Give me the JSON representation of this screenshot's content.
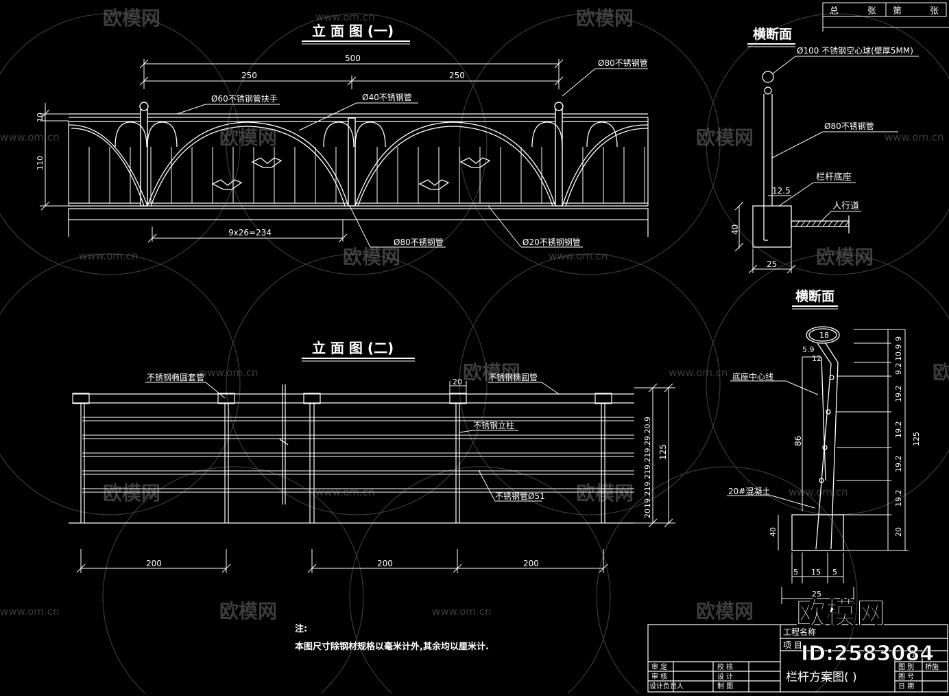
{
  "sheet": {
    "total_sheets_label": "总",
    "sheets_unit": "张",
    "sheet_no_label": "第",
    "sheet_no_unit": "张"
  },
  "elevation1": {
    "title": "立 面 图 (一)",
    "dims": {
      "total": "500",
      "left": "250",
      "right": "250",
      "top_h": "10",
      "body_h": "110",
      "spacing": "9x26=234"
    },
    "labels": {
      "handrail": "Ø60不锈钢管扶手",
      "pipe40": "Ø40不锈钢管",
      "post80_top": "Ø80不锈钢管",
      "post80_bottom": "Ø80不锈钢管",
      "pipe20": "Ø20不锈钢钢管"
    }
  },
  "section1": {
    "title": "横断面",
    "labels": {
      "ball": "Ø100 不锈钢空心球(壁厚5MM)",
      "post": "Ø80不锈钢管",
      "base": "栏杆底座",
      "walkway": "人行道"
    },
    "dims": {
      "offset": "12.5",
      "height": "40",
      "width": "25"
    }
  },
  "elevation2": {
    "title": "立 面 图 (二)",
    "labels": {
      "sleeve": "不锈钢椭圆套管",
      "ellipse_pipe": "不锈钢椭圆管",
      "column": "不锈钢立柱",
      "pipe51": "不锈钢管Ø51"
    },
    "dims": {
      "gap": "20",
      "span1": "200",
      "span2": "200",
      "span3": "200",
      "total_h": "125",
      "bottom": "20",
      "v_stack": "19.219.219.219.29.20.9"
    }
  },
  "section2": {
    "title": "横断面",
    "labels": {
      "ellipse": "18",
      "center_line": "底座中心线",
      "concrete": "20#混凝土"
    },
    "dims": {
      "d59": "5.9",
      "d12": "12",
      "d86": "86",
      "d9": "9",
      "d10": "10.9",
      "d92": "9.2",
      "d192a": "19.2",
      "d192b": "19.2",
      "d192c": "19.2",
      "d192d": "19.2",
      "d20": "20",
      "d125": "125",
      "d40": "40",
      "b5a": "5",
      "b15": "15",
      "b5b": "5",
      "b25": "25"
    }
  },
  "notes": {
    "heading": "注:",
    "text": "本图尺寸除钢材规格以毫米计外,其余均以厘米计."
  },
  "title_block": {
    "project_name": "工程名称",
    "item": "项 目",
    "drawing_title": "栏杆方案图( )",
    "review": "审 定",
    "check": "审 核",
    "designer_lead": "设计负责人",
    "proof": "校 核",
    "design": "设 计",
    "draw": "制 图",
    "sheet_no": "号",
    "category": "图 别",
    "category_val": "桥施",
    "drawing_no": "图 号",
    "date": "日 期"
  },
  "watermark": {
    "brand": "欧模网",
    "url": "www.om.cn",
    "id": "ID:2583084"
  }
}
